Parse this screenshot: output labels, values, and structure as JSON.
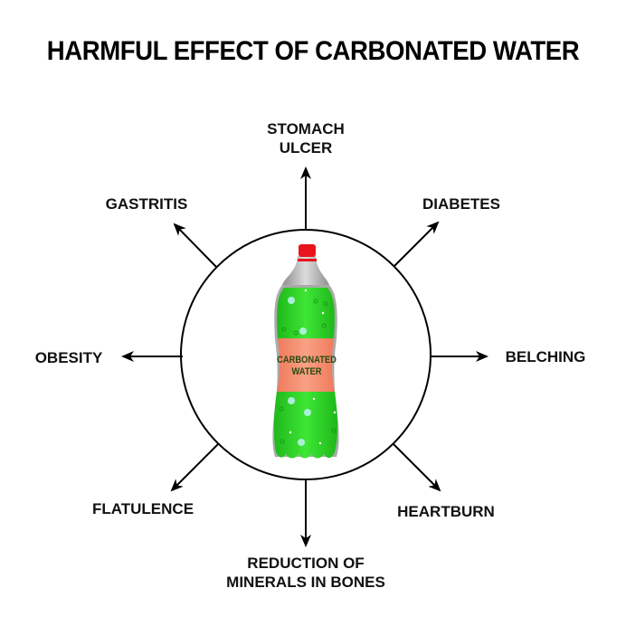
{
  "title": "HARMFUL EFFECT OF CARBONATED WATER",
  "bottle": {
    "label_line1": "CARBONATED",
    "label_line2": "WATER",
    "colors": {
      "cap": "#e8141c",
      "liquid": "#2fd42a",
      "label": "#f48a6e",
      "neck": "#b8b8b8",
      "label_text": "#2a4a10"
    }
  },
  "effects": {
    "top": {
      "line1": "STOMACH",
      "line2": "ULCER"
    },
    "top_right": {
      "line1": "DIABETES"
    },
    "right": {
      "line1": "BELCHING"
    },
    "bottom_right": {
      "line1": "HEARTBURN"
    },
    "bottom": {
      "line1": "REDUCTION OF",
      "line2": "MINERALS IN BONES"
    },
    "bottom_left": {
      "line1": "FLATULENCE"
    },
    "left": {
      "line1": "OBESITY"
    },
    "top_left": {
      "line1": "GASTRITIS"
    }
  }
}
